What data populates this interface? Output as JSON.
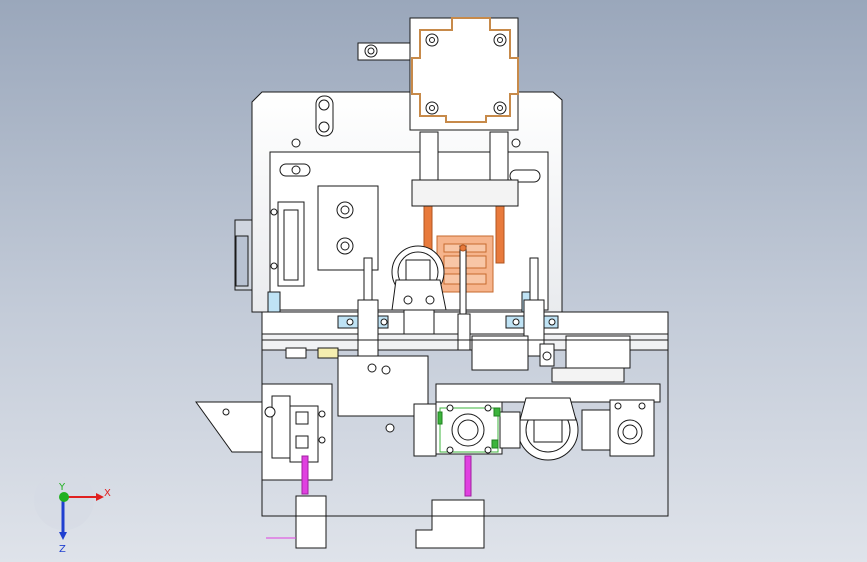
{
  "view": {
    "background_top": "#9aa7bb",
    "background_bottom": "#dfe3ea",
    "line_color": "#1a1a1a",
    "part_fill": "#ffffff",
    "shadow_fill": "#cfd3d8"
  },
  "triad": {
    "x_label": "X",
    "y_label": "Y",
    "z_label": "Z",
    "x_color": "#e02020",
    "y_color": "#20b020",
    "z_color": "#2040d0"
  },
  "accent_colors": {
    "copper": "#e87a3c",
    "copper_light": "#f6b48c",
    "magenta": "#e040e0",
    "green": "#3cb43c",
    "light_blue": "#bfe3f5",
    "yellow": "#f5eeb0",
    "tan": "#d9b48c"
  }
}
